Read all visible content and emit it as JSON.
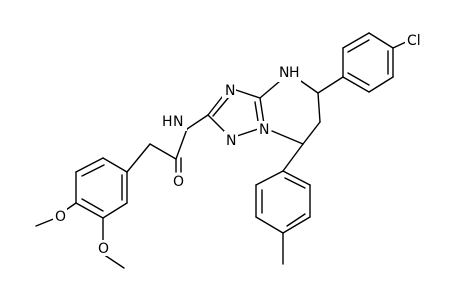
{
  "molecule": {
    "atoms": {
      "nh_amide": "N",
      "h_amide": "H",
      "o_carbonyl": "O",
      "n_ring_top": "N",
      "n_ring_nh": "N",
      "h_ring": "H",
      "n_ring_bridge": "N",
      "n_ring_low": "N",
      "cl": "Cl",
      "o_methoxy_left": "O",
      "o_methoxy_right": "O"
    }
  }
}
